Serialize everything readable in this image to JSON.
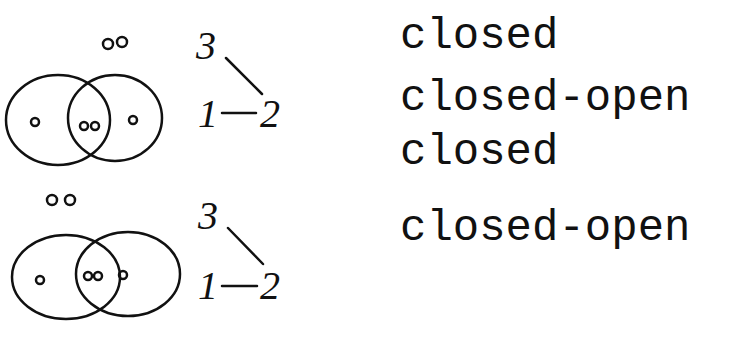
{
  "diagram": {
    "labels": [
      "3",
      "1",
      "2",
      "3",
      "1",
      "2",
      "closed",
      "closed-open",
      "closed",
      "closed-open"
    ]
  }
}
